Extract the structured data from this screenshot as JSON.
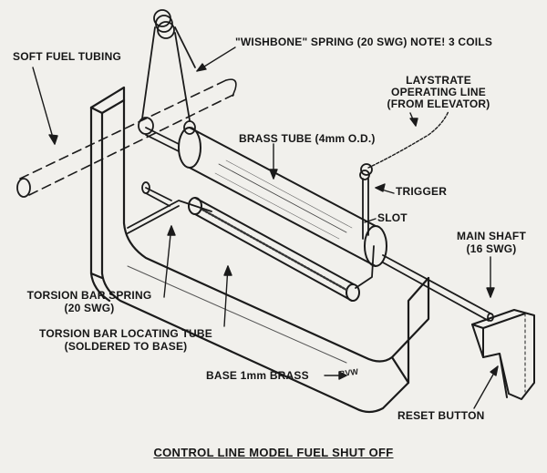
{
  "labels": {
    "soft_fuel_tubing": "SOFT FUEL TUBING",
    "wishbone_spring": "\"WISHBONE\" SPRING (20 SWG) NOTE! 3 COILS",
    "laystrate_line_1": "LAYSTRATE",
    "laystrate_line_2": "OPERATING LINE",
    "laystrate_line_3": "(FROM ELEVATOR)",
    "brass_tube": "BRASS TUBE (4mm O.D.)",
    "trigger": "TRIGGER",
    "slot": "SLOT",
    "main_shaft_1": "MAIN SHAFT",
    "main_shaft_2": "(16 SWG)",
    "torsion_bar_spring_1": "TORSION BAR SPRING",
    "torsion_bar_spring_2": "(20 SWG)",
    "locating_tube_1": "TORSION BAR LOCATING TUBE",
    "locating_tube_2": "(SOLDERED TO BASE)",
    "base": "BASE 1mm BRASS",
    "reset_button": "RESET BUTTON",
    "initials": "BVW"
  },
  "caption": "CONTROL LINE MODEL FUEL SHUT OFF"
}
